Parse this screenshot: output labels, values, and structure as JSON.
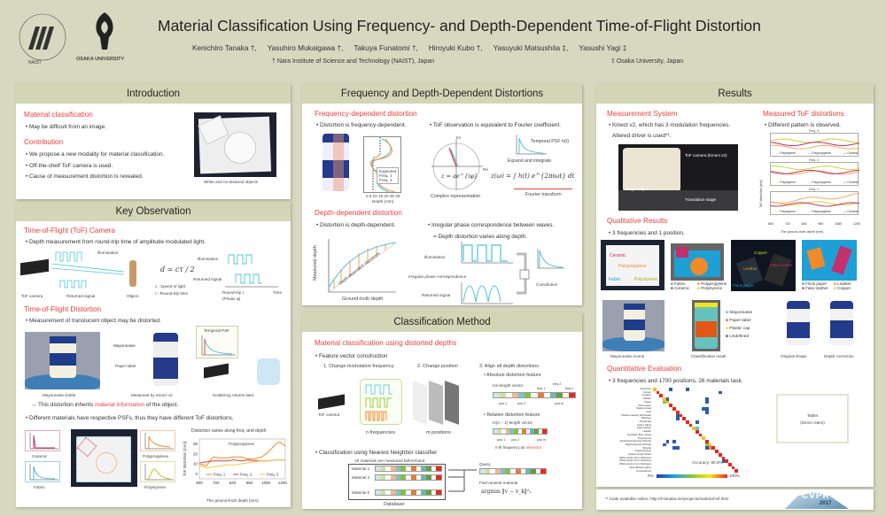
{
  "header": {
    "title": "Material Classification Using Frequency- and Depth-Dependent Time-of-Flight Distortion",
    "authors": [
      "Kenichiro Tanaka †,",
      "Yasuhiro Mukaigawa †,",
      "Takuya Funatomi †,",
      "Hiroyuki Kubo †,",
      "Yasuyuki Matsushita ‡,",
      "Yasushi Yagi ‡"
    ],
    "aff1": "† Nara Institute of Science and Technology (NAIST), Japan",
    "aff2": "‡ Osaka University, Japan",
    "logo1": "NAIST",
    "logo1_ring": "Nara Institute of Science and Technology",
    "logo2": "OSAKA UNIVERSITY"
  },
  "intro": {
    "title": "Introduction",
    "h1": "Material classification",
    "b1": "• May be difficult from an image.",
    "h2": "Contribution",
    "b2": [
      "• We propose a new modality for material classification.",
      "• Off-the-shelf ToF camera is used.",
      "• Cause of measurement distortion is revealed."
    ],
    "caption": "White and no-textured objects"
  },
  "key": {
    "title": "Key Observation",
    "h1": "Time-of-Flight (ToF) Camera",
    "b1": "• Depth measurement from round-trip time of amplitude modulated light.",
    "illum": "Illumination",
    "returned": "Returned signal",
    "camera": "ToF camera",
    "object": "Object",
    "formula": "d = cτ / 2",
    "c_def": "c : Speed of light",
    "tau_def": "τ : Round-trip time",
    "illum2": "Illumination",
    "returned2": "Returned signal",
    "roundtrip": "Round-trip τ",
    "phase": "(Phase φ)",
    "time": "Time",
    "h2": "Time-of-Flight Distortion",
    "b2": "• Measurement of translucent object may be distorted.",
    "cap1": "Mayonnaise bottle",
    "cap2": "Measured by Kinect v2",
    "cap3": "Scattering returns later.",
    "mayo": "Mayonnaise",
    "paper": "Paper label",
    "psf": "Temporal PSF",
    "inherit_pre": "→ This distortion inherits ",
    "inherit_hl": "material information",
    "inherit_post": " of the object.",
    "b3": "• Different materials have respective PSFs, thus they have different ToF distortions.",
    "mats": [
      "Ceramic",
      "Fabric",
      "Polypropylene",
      "Polystyrene"
    ]
  },
  "chart_data": {
    "type": "line",
    "title": "Polypropylene",
    "caption": "Distortion varies along freq. and depth",
    "xlabel": "The ground-truth depth [mm]",
    "ylabel": "ToF distortion [mm]",
    "xlim": [
      600,
      1220
    ],
    "ylim": [
      -5,
      35
    ],
    "xticks": [
      600,
      720,
      840,
      960,
      1080,
      1200
    ],
    "yticks": [
      0,
      10,
      20,
      30
    ],
    "x": [
      600,
      650,
      700,
      750,
      800,
      850,
      900,
      950,
      1000,
      1050,
      1100,
      1150,
      1180,
      1220
    ],
    "series": [
      {
        "name": "Freq. 1",
        "color": "#f08a2a",
        "values": [
          10,
          8,
          17,
          16,
          16,
          17,
          17,
          15,
          15,
          17,
          22,
          30,
          32,
          28
        ]
      },
      {
        "name": "Freq. 2",
        "color": "#e8413a",
        "values": [
          11,
          12,
          13,
          13,
          13,
          14,
          13,
          14,
          13,
          13,
          13,
          14,
          14,
          14
        ]
      },
      {
        "name": "Freq. 3",
        "color": "#f5c842",
        "values": [
          8,
          6,
          7,
          8,
          9,
          9,
          10,
          11,
          12,
          13,
          13,
          14,
          14,
          14
        ]
      }
    ]
  },
  "fd": {
    "title": "Frequency and Depth-Dependent Distortions",
    "h1": "Frequency-dependent distortion",
    "b1": "• Distortion is frequency-dependent.",
    "b2": "• ToF observation is equivalent to Fourier coefficient.",
    "legend": [
      "Expected",
      "Freq. 1",
      "Freq. 2"
    ],
    "depth_axis": "Depth (mm)",
    "depth_ticks": "0  5  10 15 20 25 30",
    "psf": "Temporal PSF h(t)",
    "expand": "Expand and integrate",
    "complex_eq": "z = ae^{iφ}",
    "complex": "Complex representation",
    "fourier_eq": "z(ω) = ∫ h(t) e^{2πiωt} dt",
    "fourier": "Fourier transform",
    "im": "Im",
    "re": "Re",
    "h2": "Depth-dependent distortion",
    "b3": "• Distortion is depth-dependent.",
    "b4": "• Irregular phase correspondence between waves.",
    "b5": "= Depth distortion varies along depth.",
    "ylab": "Measured depth",
    "xlab": "Ground-truth depth",
    "diag": "Depth-dependent distortions",
    "illum": "Illumination",
    "irr": "Irregular phase correspondence",
    "ret": "Returned signal",
    "conv": "Convolution"
  },
  "cm": {
    "title": "Classification Method",
    "h1": "Material classification using distorted depths",
    "b1": "• Feature vector construction",
    "s1": "1. Change modulation frequency",
    "s2": "2. Change position",
    "s3": "3. Align all depth distortions",
    "abs": "• Absolute distortion feature",
    "absvec": "mn-length vector",
    "rel": "• Relative distortion feature",
    "relvec": "m(n − 1)-length vector",
    "ref_pre": "n-th frequency as ",
    "ref_hl": "reference",
    "pos": [
      "pos 1",
      "pos 2",
      "pos m"
    ],
    "freqs": [
      "freq 1",
      "freq 2",
      "freq n"
    ],
    "camera": "ToF camera",
    "nfreq": "n  frequencies",
    "mpos": "m  positions",
    "b2": "• Classification using Nearest Neighbor classifier",
    "allmat": "All materials are measured beforehand.",
    "materials": [
      "Material 1",
      "Material 2",
      "Material k"
    ],
    "db": "Database",
    "query": "Query",
    "find": "Find nearest material",
    "argmin": "argmin ‖v − v_k‖²₂",
    "ellipsis": "···"
  },
  "res": {
    "title": "Results",
    "h1": "Measurement System",
    "b1": "• Kinect v2, which has 3 modulation frequencies.",
    "b1b": "Altered driver is used*¹.",
    "photo_labels": [
      "ToF camera (Kinect v2)",
      "Target object",
      "Translation stage"
    ],
    "h2": "Measured ToF distortions",
    "b2": "• Different pattern is observed.",
    "mini_titles": [
      "Freq. 3",
      "Freq. 2",
      "Freq. 1"
    ],
    "mini_legend": [
      "Polystyrene",
      "Polypropylene",
      "Ceramic"
    ],
    "mini_x": "The ground-truth depth [mm]",
    "mini_y": "ToF distortion [mm]",
    "mini_xt": [
      "600",
      "720",
      "840",
      "960",
      "1080",
      "1200"
    ],
    "h3": "Qualitative Results",
    "b3": "• 3 frequencies and 1 position.",
    "scene1": [
      "Ceramic",
      "Polypropylene",
      "Polystyrene",
      "Fabric"
    ],
    "leg1": [
      "Fabric",
      "Polypropylene",
      "Ceramic",
      "Polystyrene"
    ],
    "scene2": [
      "Copper",
      "Leather",
      "Fake leather",
      "Flock paper"
    ],
    "leg2": [
      "Flock paper",
      "Leather",
      "Fake leather",
      "Copper"
    ],
    "leg3": [
      "Mayonnaise",
      "Paper label",
      "Plastic cap",
      "Undefined"
    ],
    "caps": [
      "Mayonnaise scene",
      "Classification result",
      "Original shape",
      "Depth correction"
    ],
    "h4": "Quantitative Evaluation",
    "b4": "• 3 frequencies and 1700 positions. 26 materials task.",
    "accuracy": "Accuracy: 90.5%",
    "scale_min": "0%",
    "scale_max": "100%",
    "materials": [
      "Aluminum",
      "Copper",
      "Ceramic",
      "Plaster",
      "Paper",
      "Flock paper",
      "Natural wood",
      "Cork",
      "Medium density fiberboard",
      "Bamboo",
      "Cardboard",
      "Cotton fabric",
      "Fake leather",
      "Leather",
      "Synthetic fiber carpet",
      "Polystyrene",
      "Expanded polyvinyl chloride",
      "Rigid polyvinyl chloride",
      "Silicone",
      "Polypropylene",
      "Coated acrylic board",
      "White acrylic 3mm thickness",
      "White acrylic 2mm thickness",
      "White acrylic 1mm thickness",
      "Opal diffusion glass",
      "Polyurethane"
    ],
    "tablet": "Tablet",
    "demo": "(Demo video)"
  },
  "footer": {
    "note": "*¹ Code available online: http://k-tanaka.me/projects/material-tof.html",
    "cvpr": "CVPR",
    "year": "2017"
  }
}
